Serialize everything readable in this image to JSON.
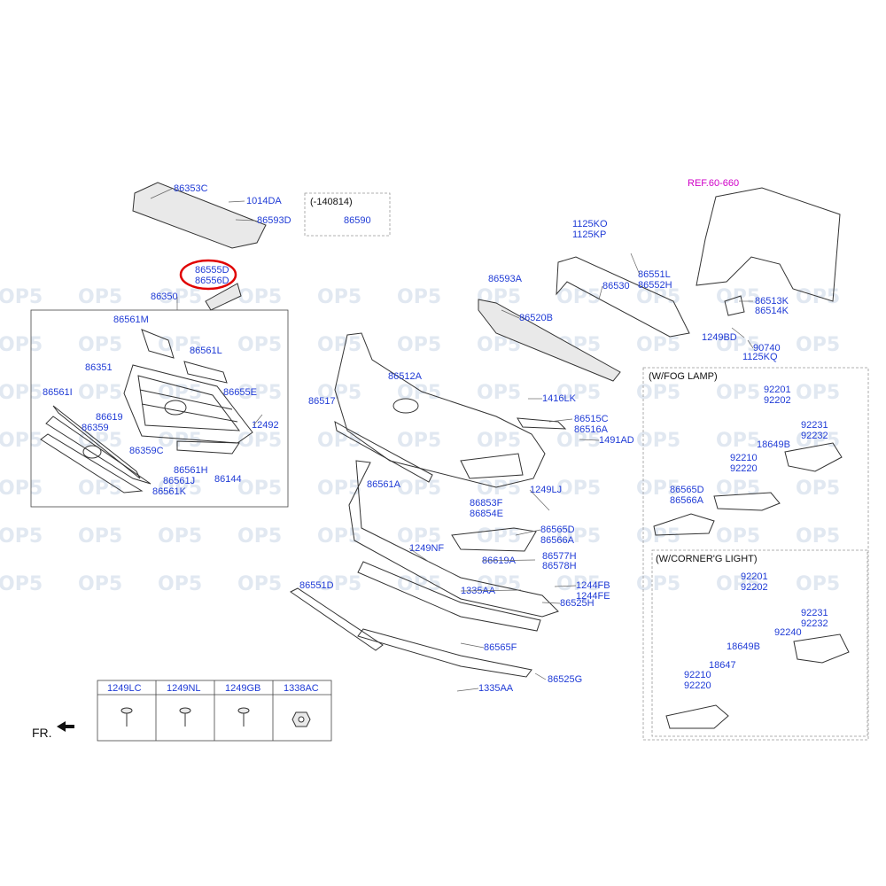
{
  "watermark": "OP5",
  "ref": "REF.60-660",
  "front_label": "FR.",
  "variant_box": "(-140814)",
  "fog_section": "(W/FOG LAMP)",
  "corner_section": "(W/CORNER'G LIGHT)",
  "colors": {
    "label": "#1f3bd6",
    "ref": "#d000c8",
    "highlight": "#e00000"
  },
  "highlighted_part": [
    "86555D",
    "86556D"
  ],
  "labels": [
    "86353C",
    "1014DA",
    "86593D",
    "86590",
    "86555D",
    "86556D",
    "86350",
    "86561M",
    "86561L",
    "86351",
    "86655E",
    "86561I",
    "86619",
    "12492",
    "86359",
    "86359C",
    "86561H",
    "86144",
    "86561J",
    "86561K",
    "1125KO",
    "1125KP",
    "86551L",
    "86552H",
    "86593A",
    "86530",
    "86520B",
    "86512A",
    "86517",
    "1416LK",
    "86515C",
    "86516A",
    "1491AD",
    "86561A",
    "1249LJ",
    "86853F",
    "86854E",
    "86565D",
    "86566A",
    "1249NF",
    "86619A",
    "86577H",
    "86578H",
    "86551D",
    "1335AA",
    "1244FB",
    "1244FE",
    "86525H",
    "86565F",
    "86525G",
    "1335AA",
    "86513K",
    "86514K",
    "1249BD",
    "90740",
    "1125KQ",
    "92201",
    "92202",
    "92231",
    "92232",
    "18649B",
    "92210",
    "92220",
    "86565D",
    "86566A",
    "92201",
    "92202",
    "92231",
    "92232",
    "92240",
    "18649B",
    "18647",
    "92210",
    "92220"
  ],
  "fastener_table": [
    "1249LC",
    "1249NL",
    "1249GB",
    "1338AC"
  ]
}
